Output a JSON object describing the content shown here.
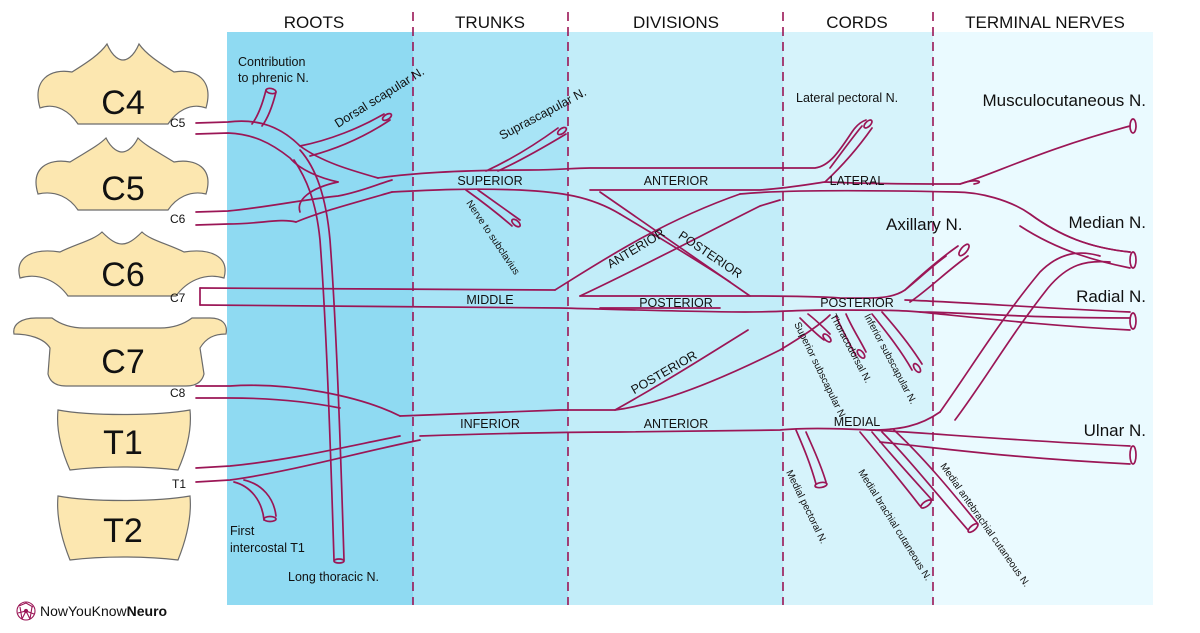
{
  "headers": {
    "roots": "ROOTS",
    "trunks": "TRUNKS",
    "divisions": "DIVISIONS",
    "cords": "CORDS",
    "terminal": "TERMINAL NERVES"
  },
  "vertebrae": [
    "C4",
    "C5",
    "C6",
    "C7",
    "T1",
    "T2"
  ],
  "roots": [
    "C5",
    "C6",
    "C7",
    "C8",
    "T1"
  ],
  "trunks": {
    "superior": "SUPERIOR",
    "middle": "MIDDLE",
    "inferior": "INFERIOR"
  },
  "divisions": {
    "anterior_top": "ANTERIOR",
    "anterior_diag": "ANTERIOR",
    "posterior_diag_top": "POSTERIOR",
    "posterior_mid": "POSTERIOR",
    "posterior_diag_low": "POSTERIOR",
    "anterior_bottom": "ANTERIOR"
  },
  "cords": {
    "lateral": "LATERAL",
    "posterior": "POSTERIOR",
    "medial": "MEDIAL"
  },
  "branches": {
    "phrenic_1": "Contribution",
    "phrenic_2": "to phrenic N.",
    "dorsal_scapular": "Dorsal scapular N.",
    "suprascapular": "Suprascapular N.",
    "subclavius": "Nerve to subclavius",
    "lateral_pectoral": "Lateral pectoral N.",
    "first_intercostal_1": "First",
    "first_intercostal_2": "intercostal T1",
    "long_thoracic": "Long thoracic N.",
    "superior_subscapular": "Superior subscapular N.",
    "thoracodorsal": "Thoracodorsal N.",
    "inferior_subscapular": "Inferior subscapular N.",
    "medial_pectoral": "Medial pectoral N.",
    "medial_brachial": "Medial brachial cutaneous N.",
    "medial_antebrachial": "Medial antebrachial cutaneous N."
  },
  "terminal_nerves": {
    "musculocutaneous": "Musculocutaneous N.",
    "axillary": "Axillary N.",
    "median": "Median N.",
    "radial": "Radial N.",
    "ulnar": "Ulnar N."
  },
  "logo": {
    "prefix": "NowYouKnow",
    "suffix": "Neuro"
  },
  "colors": {
    "nerve": "#9b1656",
    "roots_band": "#8fdaf2",
    "trunks_band": "#a8e4f6",
    "divisions_band": "#c2edf9",
    "cords_band": "#d6f3fb",
    "terminal_band": "#eafaff",
    "vertebra_fill": "#fce7b0",
    "vertebra_stroke": "#6b6b6b"
  }
}
